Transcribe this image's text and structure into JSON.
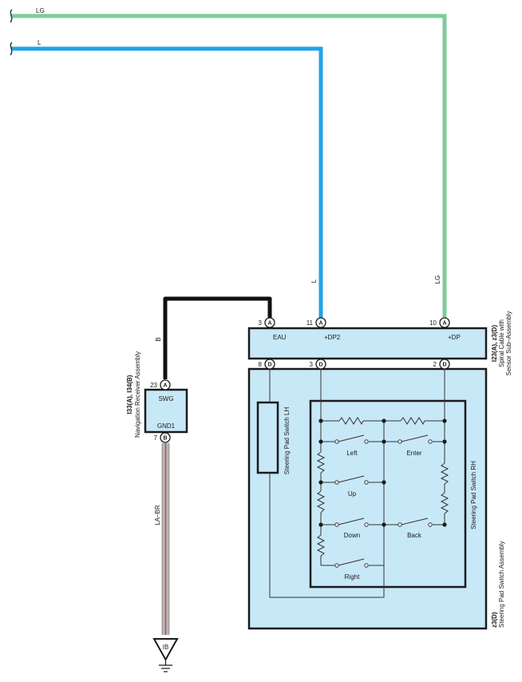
{
  "wires": {
    "lg_top_label": "LG",
    "l_top_label": "L",
    "l_vertical_label": "L",
    "lg_vertical_label": "LG",
    "b_label": "B",
    "la_br_label": "LA–BR",
    "colors": {
      "lg": "#7ecb9a",
      "l": "#1fa3e8",
      "b": "#111111",
      "la_br_stripe": "#c0504d",
      "la_br_base": "#b8b8b8"
    }
  },
  "spiral_cable": {
    "connector_id": "I23(A), z3(D)",
    "name_line1": "Spiral Cable with",
    "name_line2": "Sensor Sub–Assembly",
    "pins_top": [
      {
        "number": "3",
        "conn": "A",
        "label": "EAU"
      },
      {
        "number": "11",
        "conn": "A",
        "label": "+DP2"
      },
      {
        "number": "10",
        "conn": "A",
        "label": "+DP"
      }
    ],
    "pins_bottom": [
      {
        "number": "8",
        "conn": "D"
      },
      {
        "number": "3",
        "conn": "D"
      },
      {
        "number": "2",
        "conn": "D"
      }
    ]
  },
  "nav_receiver": {
    "connector_id": "I33(A), I34(B)",
    "name": "Navigation Receiver Assembly",
    "pin_top": {
      "number": "23",
      "conn": "A"
    },
    "pin_bottom": {
      "number": "7",
      "conn": "B"
    },
    "inner_top": "SWG",
    "inner_bottom": "GND1"
  },
  "steering_pad": {
    "connector_id": "z3(D)",
    "name": "Steering Pad Switch Assembly",
    "lh_label": "Steering Pad Switch LH",
    "rh_label": "Steering Pad Switch RH",
    "switches": [
      "Left",
      "Enter",
      "Up",
      "Down",
      "Back",
      "Right"
    ],
    "fill_color": "#c7e8f7"
  },
  "ground": {
    "label": "IB"
  }
}
